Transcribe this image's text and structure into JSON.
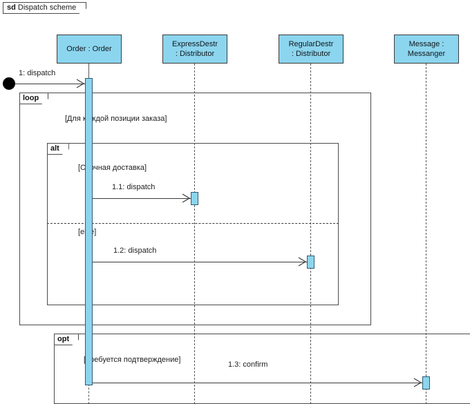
{
  "diagram": {
    "kind_keyword": "sd",
    "title": "Dispatch scheme",
    "colors": {
      "lifeline_fill": "#8cd5ee",
      "line": "#3a3a3a",
      "frame_border": "#4a4a4a",
      "background": "#ffffff"
    }
  },
  "lifelines": [
    {
      "id": "order",
      "line1": "Order : Order",
      "line2": ""
    },
    {
      "id": "expressdestr",
      "line1": "ExpressDestr",
      "line2": ": Distributor"
    },
    {
      "id": "regulardestr",
      "line1": "RegularDestr",
      "line2": ": Distributor"
    },
    {
      "id": "message",
      "line1": "Message :",
      "line2": "Messanger"
    }
  ],
  "messages": [
    {
      "id": "m1",
      "label": "1: dispatch",
      "from": "found",
      "to": "order"
    },
    {
      "id": "m1_1",
      "label": "1.1: dispatch",
      "from": "order",
      "to": "expressdestr"
    },
    {
      "id": "m1_2",
      "label": "1.2: dispatch",
      "from": "order",
      "to": "regulardestr"
    },
    {
      "id": "m1_3",
      "label": "1.3: confirm",
      "from": "order",
      "to": "message"
    }
  ],
  "fragments": [
    {
      "id": "loop",
      "operator": "loop",
      "guards": [
        "[Для каждой позиции заказа]"
      ]
    },
    {
      "id": "alt",
      "operator": "alt",
      "guards": [
        "[Срочная доставка]",
        "[else]"
      ]
    },
    {
      "id": "opt",
      "operator": "opt",
      "guards": [
        "[Требуется подтверждение]"
      ]
    }
  ]
}
